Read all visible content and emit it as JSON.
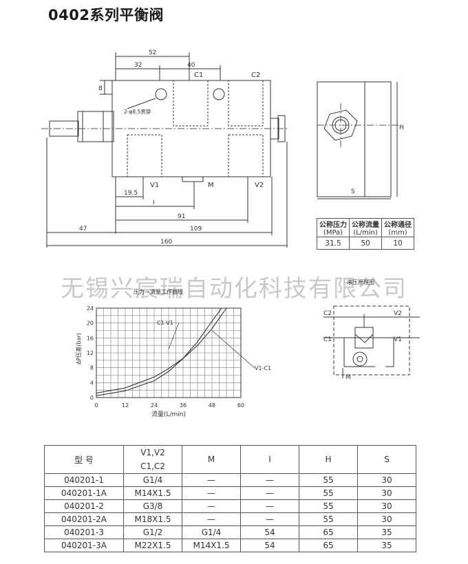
{
  "title": "0402系列平衡阀",
  "watermark": "无锡兴宸瑞自动化科技有限公司",
  "drawing": {
    "dims": {
      "d52": "52",
      "d32": "32",
      "d40": "40",
      "d8": "8",
      "hole": "2-φ8.5贯穿",
      "d19_5": "19.5",
      "dI": "I",
      "d91": "91",
      "d109": "109",
      "d47": "47",
      "d160": "160",
      "S": "S",
      "H": "H"
    },
    "ports": {
      "c1": "C1",
      "c2": "C2",
      "v1": "V1",
      "v2": "V2",
      "m": "M"
    }
  },
  "pressure_table": {
    "headers": [
      [
        "公称压力",
        "(MPa)"
      ],
      [
        "公称流量",
        "(L/min)"
      ],
      [
        "公称通径",
        "(mm)"
      ]
    ],
    "values": [
      "31.5",
      "50",
      "10"
    ]
  },
  "chart_data": {
    "type": "line",
    "title": "压力—流量工作曲线",
    "xlabel": "流量(L/min)",
    "ylabel": "ΔP压差(bar)",
    "xlim": [
      0,
      60
    ],
    "ylim": [
      0,
      24
    ],
    "xticks": [
      "0",
      "12",
      "24",
      "36",
      "48",
      "60"
    ],
    "yticks": [
      "0",
      "4",
      "8",
      "12",
      "16",
      "20",
      "24"
    ],
    "grid": true,
    "series": [
      {
        "name": "C1-V1",
        "x": [
          0,
          12,
          24,
          30,
          36,
          42,
          48,
          52
        ],
        "y": [
          0.5,
          1.8,
          4.5,
          7.0,
          10.5,
          15.0,
          20.5,
          24
        ]
      },
      {
        "name": "V1-C1",
        "x": [
          0,
          12,
          24,
          30,
          36,
          42,
          48,
          54
        ],
        "y": [
          1.2,
          2.6,
          5.5,
          7.8,
          10.5,
          14.0,
          18.5,
          24
        ]
      }
    ]
  },
  "schematic": {
    "title": "液压原理图",
    "c2": "C2",
    "v2": "V2",
    "c1": "C1",
    "v1": "V1",
    "m": "M"
  },
  "model_table": {
    "headers": [
      [
        "型 号"
      ],
      [
        "V1,V2",
        "C1,C2"
      ],
      [
        "M"
      ],
      [
        "I"
      ],
      [
        "H"
      ],
      [
        "S"
      ]
    ],
    "rows": [
      [
        "040201-1",
        "G1/4",
        "—",
        "—",
        "55",
        "30"
      ],
      [
        "040201-1A",
        "M14X1.5",
        "—",
        "—",
        "55",
        "30"
      ],
      [
        "040201-2",
        "G3/8",
        "—",
        "—",
        "55",
        "30"
      ],
      [
        "040201-2A",
        "M18X1.5",
        "—",
        "—",
        "55",
        "30"
      ],
      [
        "040201-3",
        "G1/2",
        "G1/4",
        "54",
        "65",
        "35"
      ],
      [
        "040201-3A",
        "M22X1.5",
        "M14X1.5",
        "54",
        "65",
        "35"
      ]
    ]
  }
}
